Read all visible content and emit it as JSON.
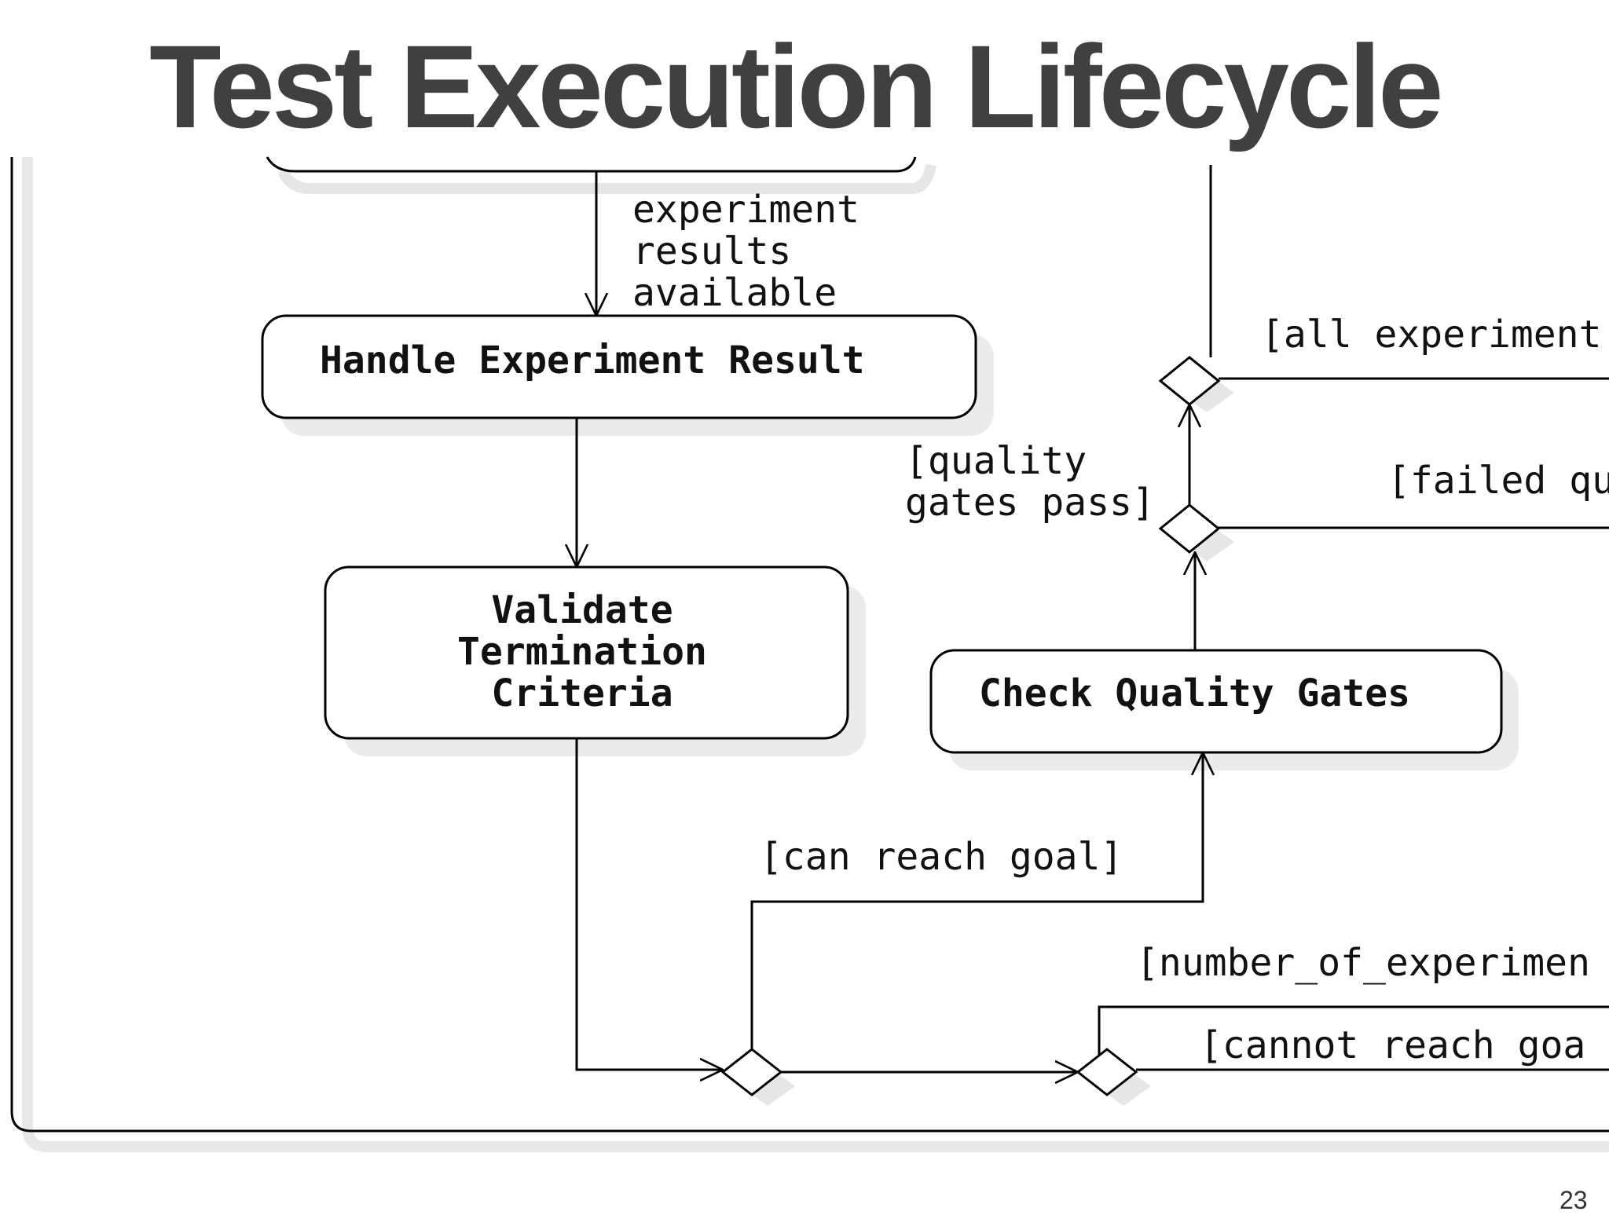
{
  "title": "Test Execution Lifecycle",
  "page_number": "23",
  "nodes": {
    "handle_result": "Handle Experiment Result",
    "validate": [
      "Validate",
      "Termination",
      "Criteria"
    ],
    "quality_gates": "Check Quality Gates"
  },
  "labels": {
    "experiment_results": [
      "experiment",
      "results",
      "available"
    ],
    "all_experiments": "[all experiment",
    "quality_gates_pass": [
      "[quality",
      "gates pass]"
    ],
    "failed_quality": "[failed qu",
    "can_reach_goal": "[can reach goal]",
    "number_of_experiments": "[number_of_experimen",
    "cannot_reach_goal": "[cannot reach goa"
  }
}
